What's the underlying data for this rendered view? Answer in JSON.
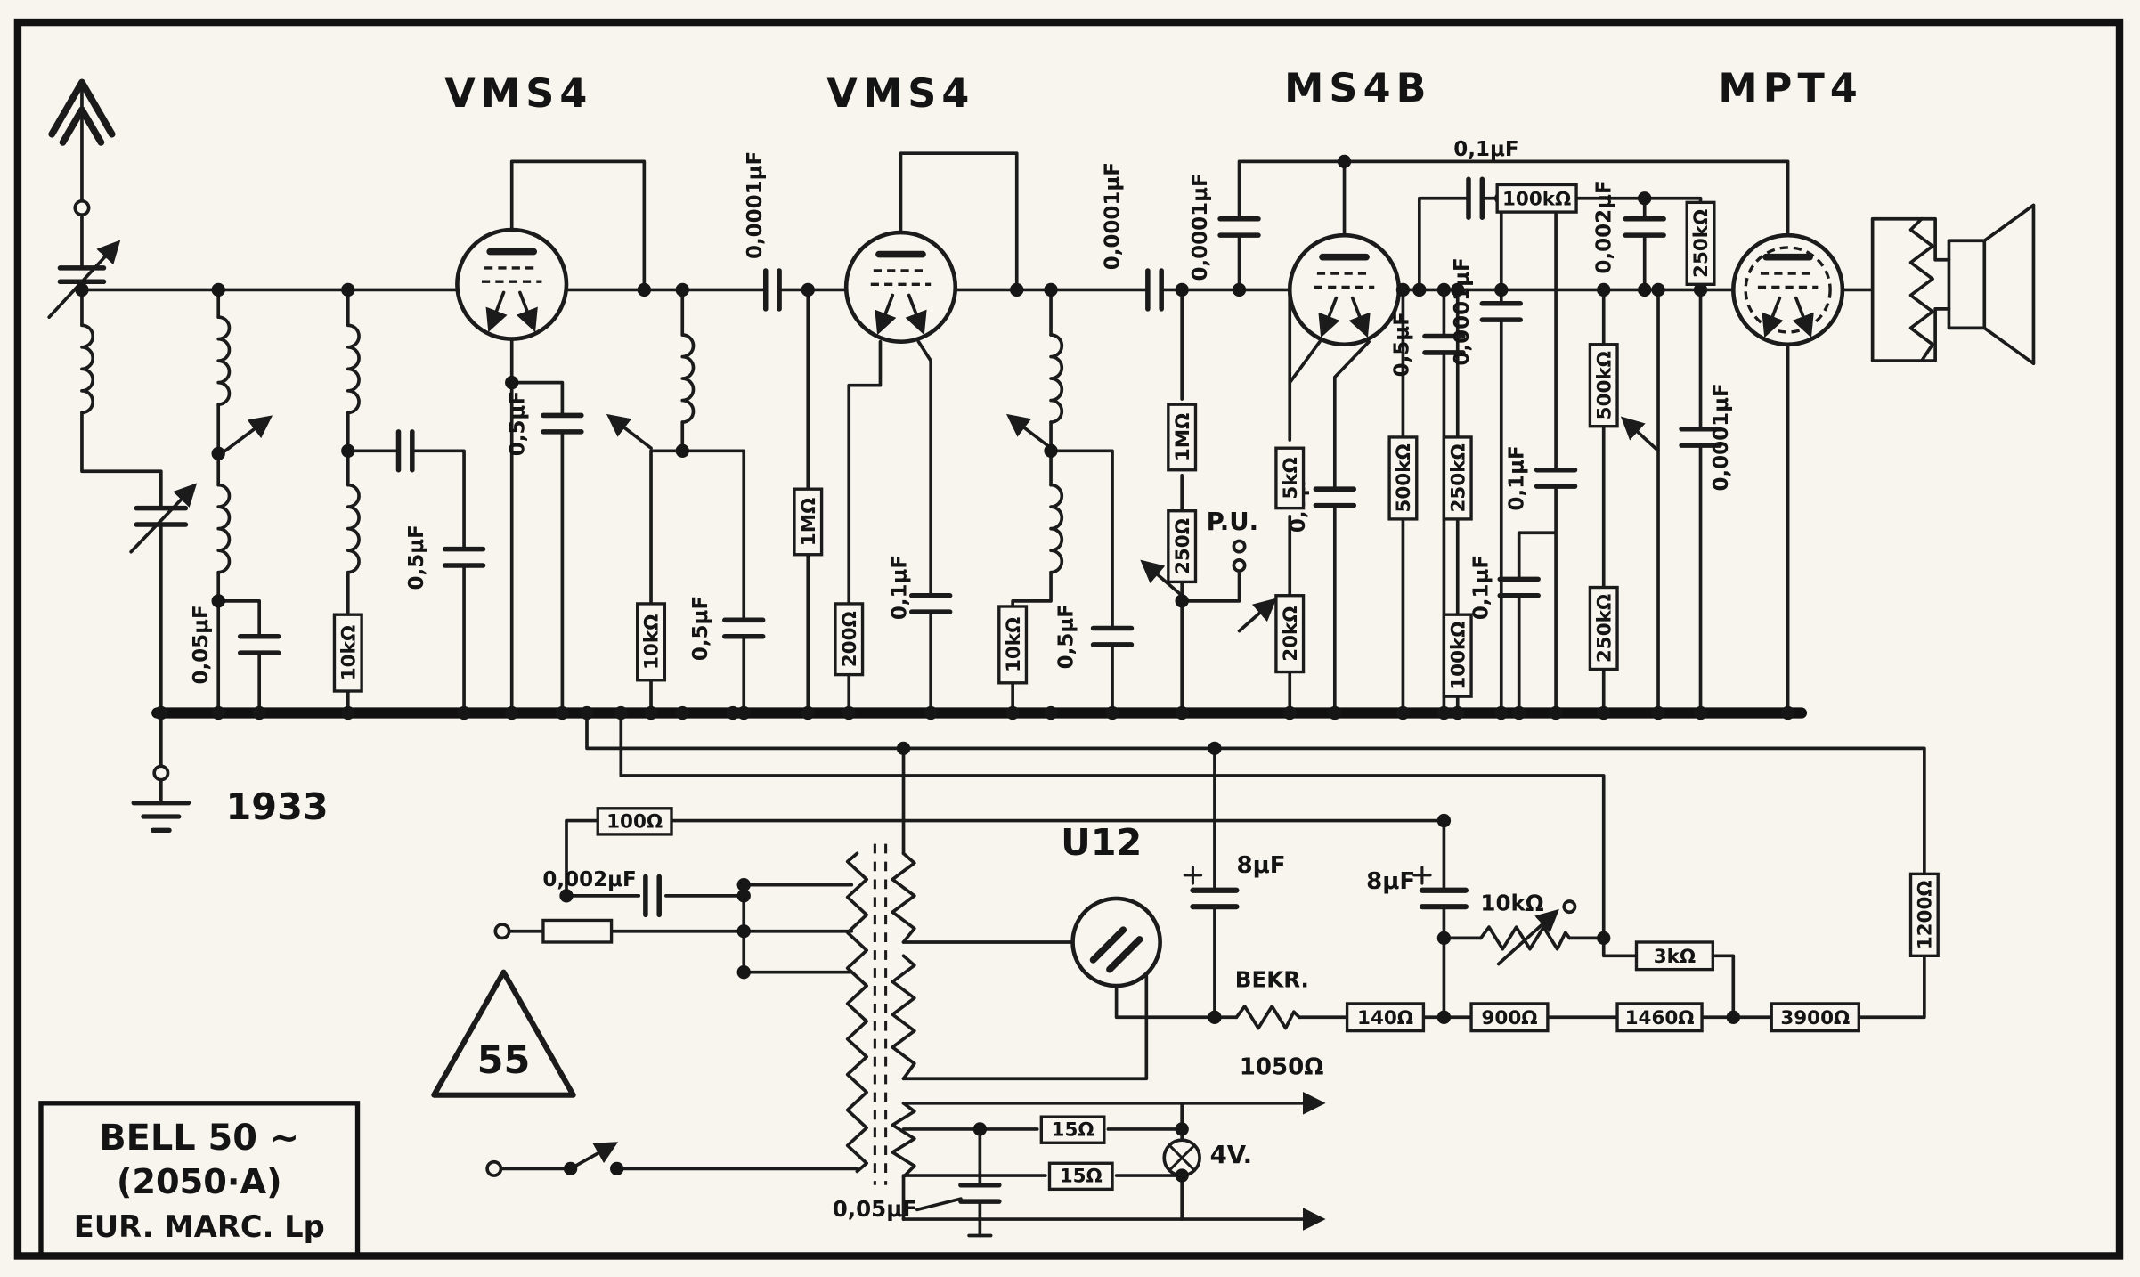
{
  "diagram": {
    "year": "1933",
    "triangle_mark": "55",
    "tubes": [
      "VMS4",
      "VMS4",
      "MS4B",
      "MPT4"
    ],
    "rectifier": "U12",
    "title_block": [
      "BELL 50 ~",
      "(2050·A)",
      "EUR. MARC. Lp"
    ]
  },
  "component_labels": [
    {
      "name": "cap-antenna-0,05uF",
      "text": "0,05μF"
    },
    {
      "name": "res-tuner-10k",
      "text": "10kΩ"
    },
    {
      "name": "cap-stage1-screen-0,5uF",
      "text": "0,5μF"
    },
    {
      "name": "cap-stage1-cathode-0,5uF",
      "text": "0,5μF"
    },
    {
      "name": "cap-stage1-coupling-0,0001uF",
      "text": "0,0001μF"
    },
    {
      "name": "res-stage2-coil-10k",
      "text": "10kΩ"
    },
    {
      "name": "cap-stage2-screen-0,5uF",
      "text": "0,5μF"
    },
    {
      "name": "res-stage2-grid-1M",
      "text": "1MΩ"
    },
    {
      "name": "res-stage2-cathode-200",
      "text": "200Ω"
    },
    {
      "name": "cap-stage2-cathode-0,1uF",
      "text": "0,1μF"
    },
    {
      "name": "cap-stage2-coupling-0,0001uF",
      "text": "0,0001μF"
    },
    {
      "name": "res-stage3-coil-10k",
      "text": "10kΩ"
    },
    {
      "name": "cap-stage3-0,5uF",
      "text": "0,5μF"
    },
    {
      "name": "res-detector-grid-1M",
      "text": "1MΩ"
    },
    {
      "name": "res-pickup-250",
      "text": "250Ω"
    },
    {
      "name": "pickup-label",
      "text": "P.U."
    },
    {
      "name": "cap-detector-grid-0,0001uF",
      "text": "0,0001μF"
    },
    {
      "name": "res-detector-5k",
      "text": "5kΩ"
    },
    {
      "name": "cap-detector-cathode-0,5uF",
      "text": "0,5μF"
    },
    {
      "name": "cap-detector-screen-0,5uF",
      "text": "0,5μF"
    },
    {
      "name": "res-detector-500k",
      "text": "500kΩ"
    },
    {
      "name": "res-detector-250k",
      "text": "250kΩ"
    },
    {
      "name": "res-detector-20k",
      "text": "20kΩ"
    },
    {
      "name": "cap-coupling-top-0,1uF",
      "text": "0,1μF"
    },
    {
      "name": "res-coupling-100k",
      "text": "100kΩ"
    },
    {
      "name": "cap-tone-0,002uF",
      "text": "0,002μF"
    },
    {
      "name": "res-output-grid-250k",
      "text": "250kΩ"
    },
    {
      "name": "cap-af-0,0001uF",
      "text": "0,0001μF"
    },
    {
      "name": "res-af-500k",
      "text": "500kΩ"
    },
    {
      "name": "cap-af-0,1uF-1",
      "text": "0,1μF"
    },
    {
      "name": "cap-af-0,1uF-2",
      "text": "0,1μF"
    },
    {
      "name": "res-af-100k",
      "text": "100kΩ"
    },
    {
      "name": "res-af-250k",
      "text": "250kΩ"
    },
    {
      "name": "cap-output-grid-0,0001uF",
      "text": "0,0001μF"
    },
    {
      "name": "res-hum-100",
      "text": "100Ω"
    },
    {
      "name": "cap-mains-0,002uF",
      "text": "0,002μF"
    },
    {
      "name": "cap-filter-8uF-1",
      "text": "8μF"
    },
    {
      "name": "cap-filter-8uF-2",
      "text": "8μF"
    },
    {
      "name": "res-divider-10k",
      "text": "10kΩ"
    },
    {
      "name": "res-divider-3k",
      "text": "3kΩ"
    },
    {
      "name": "bekr-label",
      "text": "BEKR."
    },
    {
      "name": "res-divider-140",
      "text": "140Ω"
    },
    {
      "name": "res-divider-900",
      "text": "900Ω"
    },
    {
      "name": "res-divider-1460",
      "text": "1460Ω"
    },
    {
      "name": "res-divider-3900",
      "text": "3900Ω"
    },
    {
      "name": "res-feed-1200",
      "text": "1200Ω"
    },
    {
      "name": "bekr-value-1050",
      "text": "1050Ω"
    },
    {
      "name": "res-heater-15-1",
      "text": "15Ω"
    },
    {
      "name": "res-heater-15-2",
      "text": "15Ω"
    },
    {
      "name": "cap-heater-0,05uF",
      "text": "0,05μF"
    },
    {
      "name": "lamp-4v-label",
      "text": "4V."
    }
  ]
}
